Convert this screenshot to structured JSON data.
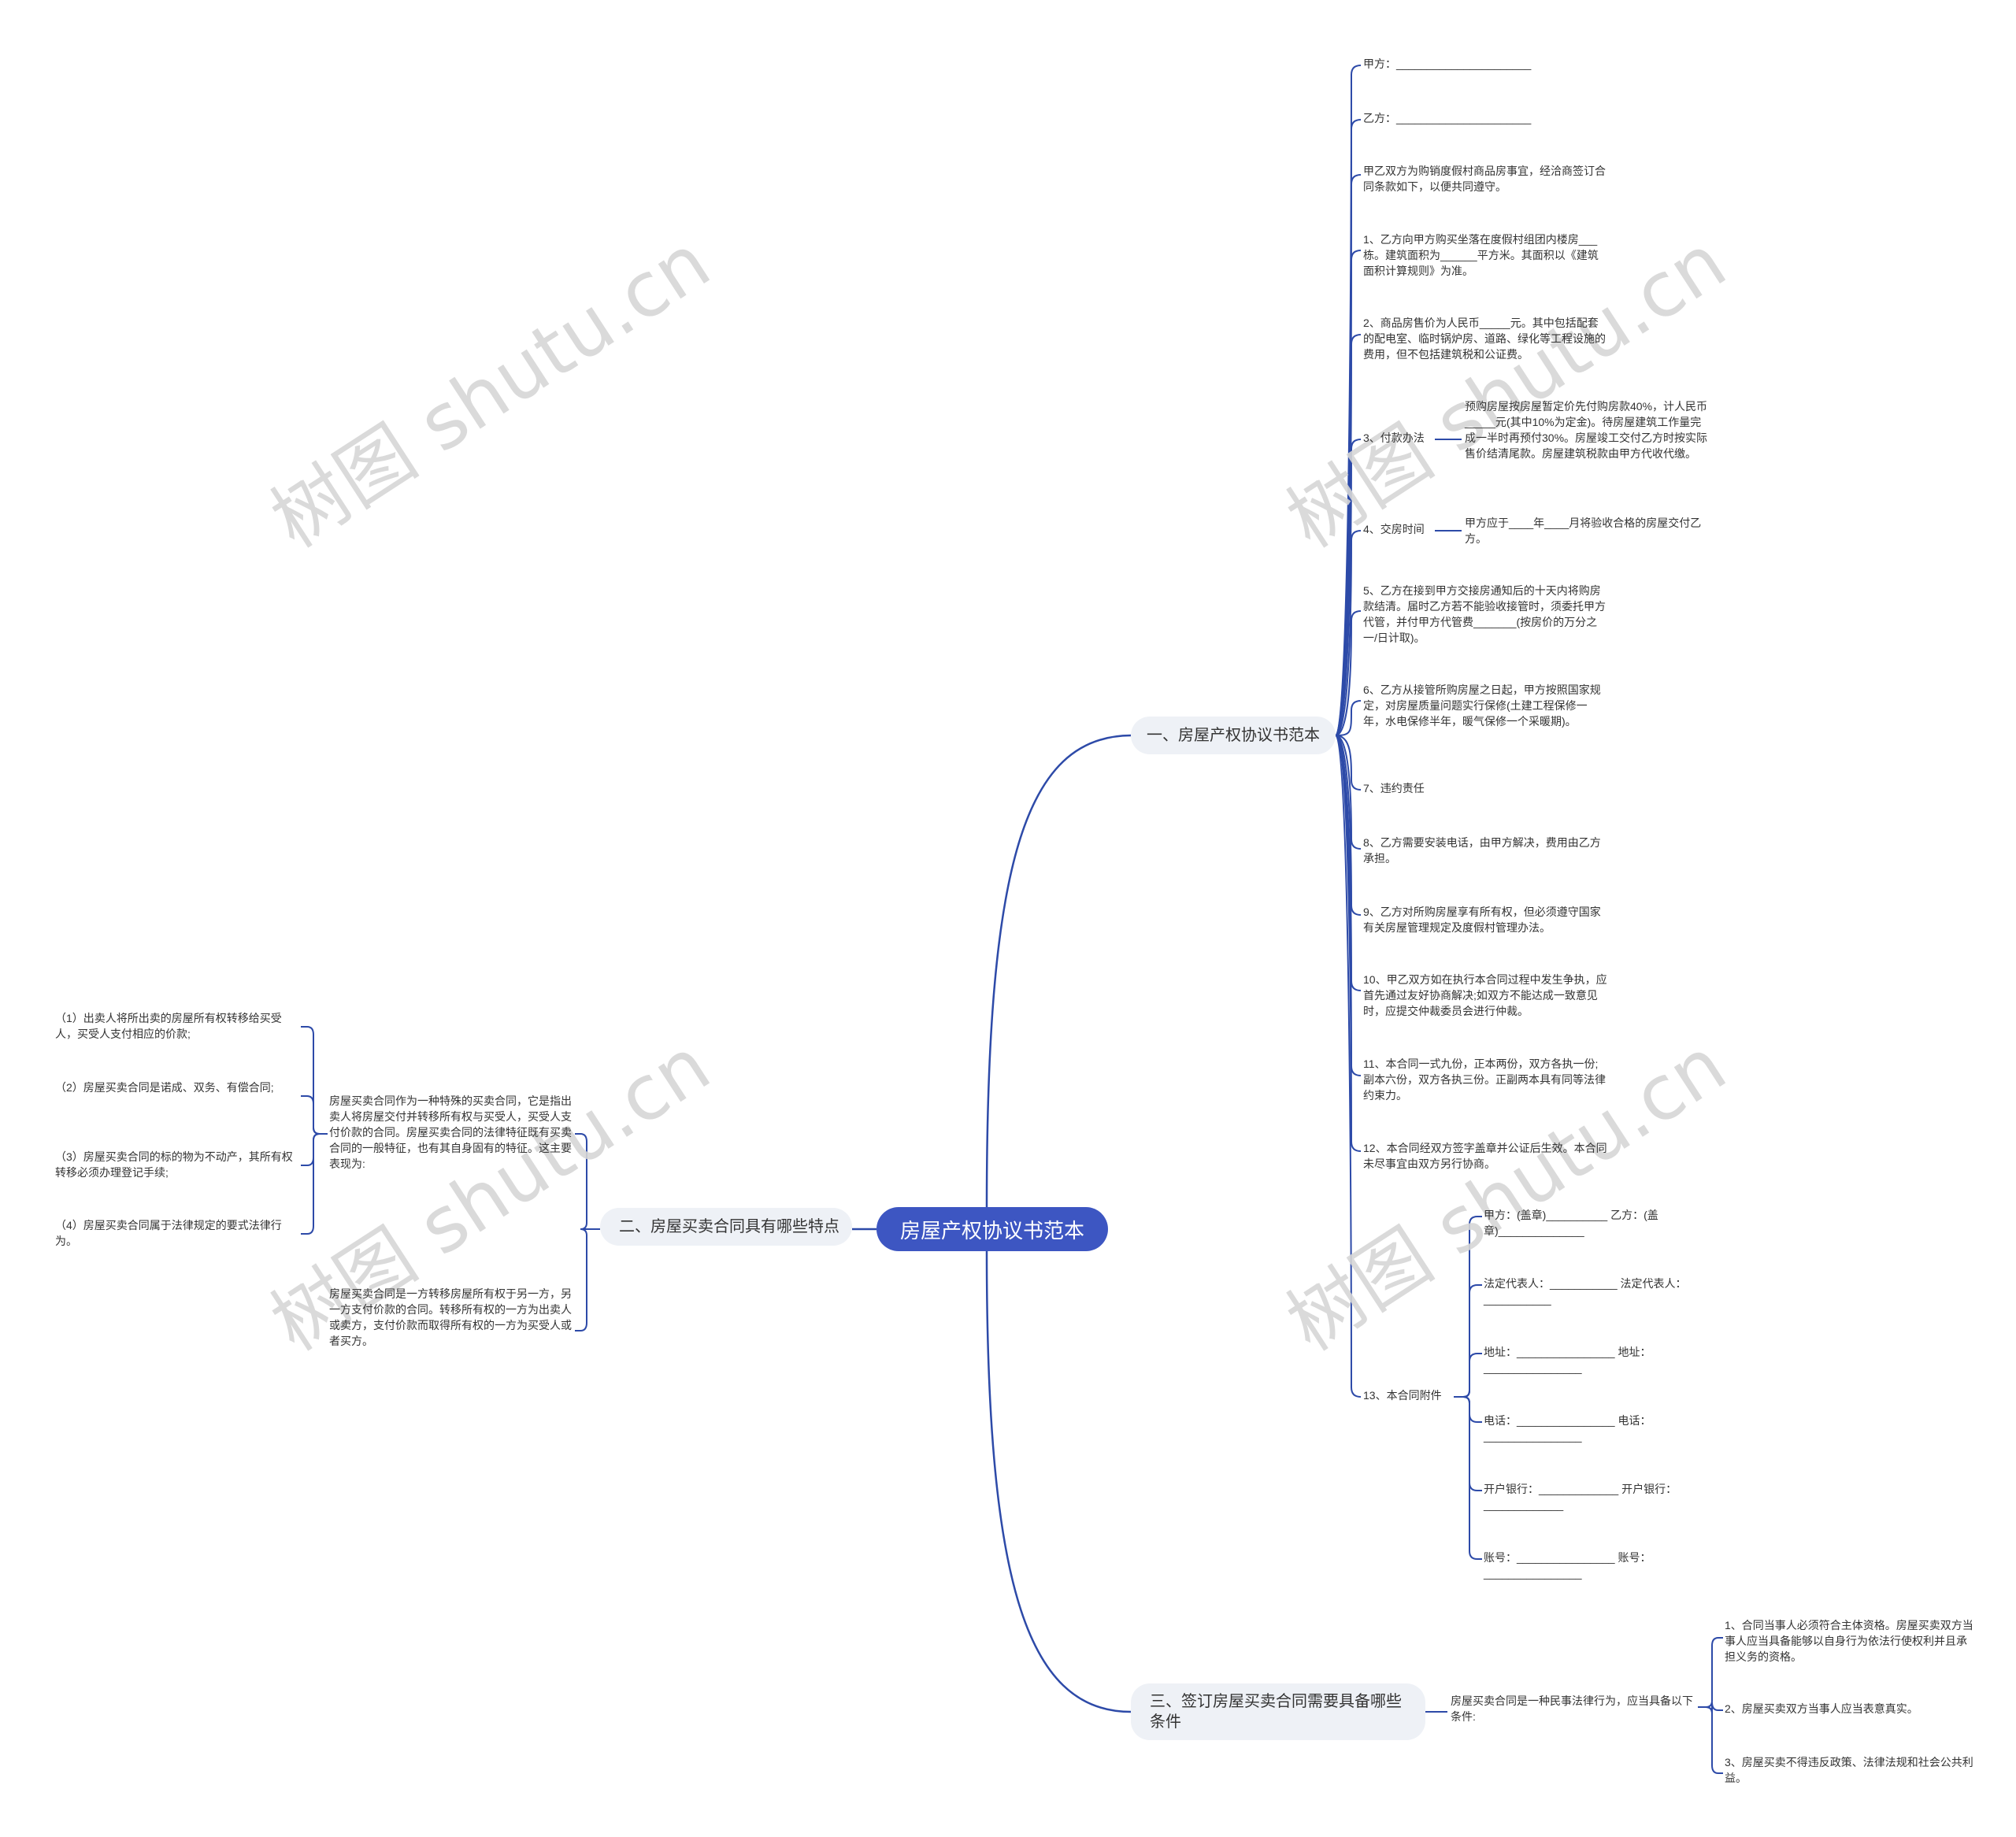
{
  "root": {
    "label": "房屋产权协议书范本"
  },
  "watermark": "树图 shutu.cn",
  "accent_color": "#2d4aa8",
  "branch1": {
    "label": "一、房屋产权协议书范本",
    "items": [
      "甲方：______________________",
      "乙方：______________________",
      "甲乙双方为购销度假村商品房事宜，经洽商签订合同条款如下，以便共同遵守。",
      "1、乙方向甲方购买坐落在度假村组团内楼房___栋。建筑面积为______平方米。其面积以《建筑面积计算规则》为准。",
      "2、商品房售价为人民币_____元。其中包括配套的配电室、临时锅炉房、道路、绿化等工程设施的费用，但不包括建筑税和公证费。",
      "3、付款办法",
      "4、交房时间",
      "5、乙方在接到甲方交接房通知后的十天内将购房款结清。届时乙方若不能验收接管时，须委托甲方代管，并付甲方代管费_______(按房价的万分之一/日计取)。",
      "6、乙方从接管所购房屋之日起，甲方按照国家规定，对房屋质量问题实行保修(土建工程保修一年，水电保修半年，暖气保修一个采暖期)。",
      "7、违约责任",
      "8、乙方需要安装电话，由甲方解决，费用由乙方承担。",
      "9、乙方对所购房屋享有所有权，但必须遵守国家有关房屋管理规定及度假村管理办法。",
      "10、甲乙双方如在执行本合同过程中发生争执，应首先通过友好协商解决;如双方不能达成一致意见时，应提交仲裁委员会进行仲裁。",
      "11、本合同一式九份，正本两份，双方各执一份;副本六份，双方各执三份。正副两本具有同等法律约束力。",
      "12、本合同经双方签字盖章并公证后生效。本合同未尽事宜由双方另行协商。",
      "13、本合同附件"
    ],
    "payment": "预购房屋按房屋暂定价先付购房款40%，计人民币_____元(其中10%为定金)。待房屋建筑工作量完成一半时再预付30%。房屋竣工交付乙方时按实际售价结清尾款。房屋建筑税款由甲方代收代缴。",
    "delivery": "甲方应于____年____月将验收合格的房屋交付乙方。",
    "attachments": [
      "甲方：(盖章)__________ 乙方：(盖章)______________",
      "法定代表人：___________ 法定代表人：___________",
      "地址：________________ 地址：________________",
      "电话：________________ 电话：________________",
      "开户银行：_____________ 开户银行：_____________",
      "账号：________________ 账号：________________"
    ]
  },
  "branch2": {
    "label": "二、房屋买卖合同具有哪些特点",
    "intro": "房屋买卖合同作为一种特殊的买卖合同，它是指出卖人将房屋交付并转移所有权与买受人，买受人支付价款的合同。房屋买卖合同的法律特征既有买卖合同的一般特征，也有其自身固有的特征。这主要表现为:",
    "features": [
      "（1）出卖人将所出卖的房屋所有权转移给买受人，买受人支付相应的价款;",
      "（2）房屋买卖合同是诺成、双务、有偿合同;",
      "（3）房屋买卖合同的标的物为不动产，其所有权转移必须办理登记手续;",
      "（4）房屋买卖合同属于法律规定的要式法律行为。"
    ],
    "definition": "房屋买卖合同是一方转移房屋所有权于另一方，另一方支付价款的合同。转移所有权的一方为出卖人或卖方，支付价款而取得所有权的一方为买受人或者买方。"
  },
  "branch3": {
    "label": "三、签订房屋买卖合同需要具备哪些条件",
    "intro": "房屋买卖合同是一种民事法律行为，应当具备以下条件:",
    "conditions": [
      "1、合同当事人必须符合主体资格。房屋买卖双方当事人应当具备能够以自身行为依法行使权利并且承担义务的资格。",
      "2、房屋买卖双方当事人应当表意真实。",
      "3、房屋买卖不得违反政策、法律法规和社会公共利益。"
    ]
  }
}
